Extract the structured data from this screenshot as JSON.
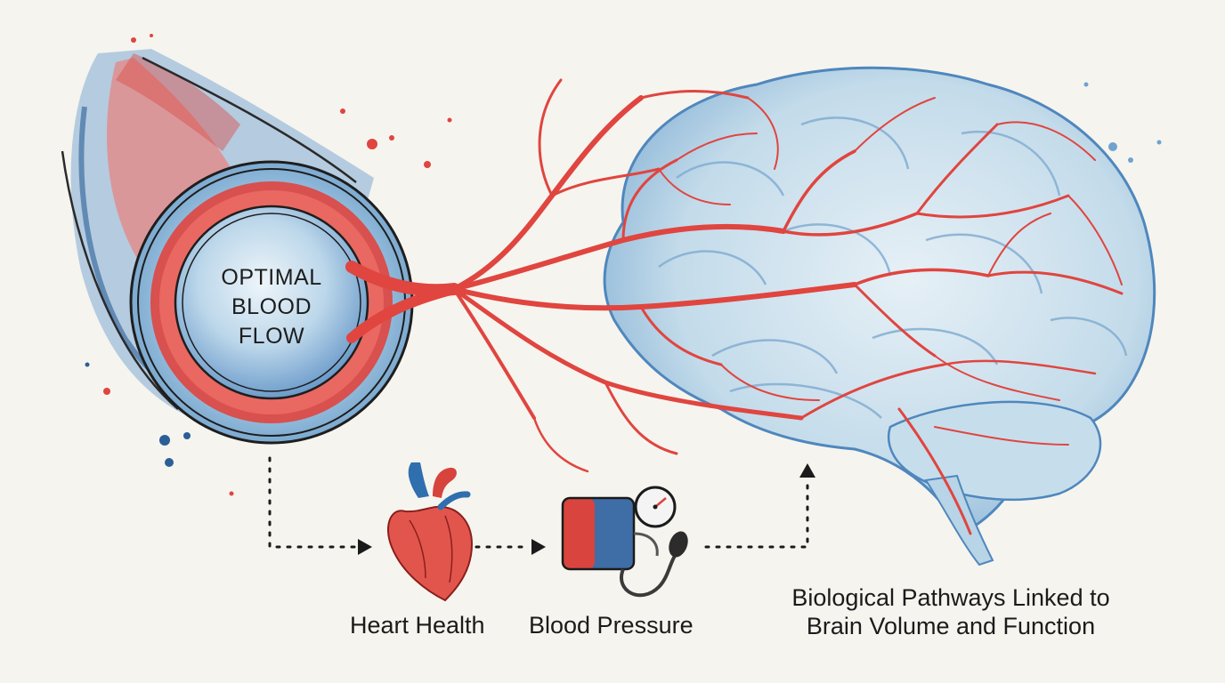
{
  "diagram": {
    "vessel": {
      "label_lines": [
        "OPTIMAL",
        "BLOOD",
        "FLOW"
      ]
    },
    "steps": [
      {
        "id": "heart",
        "label": "Heart Health",
        "icon": "heart-icon"
      },
      {
        "id": "bp",
        "label": "Blood Pressure",
        "icon": "blood-pressure-cuff-icon"
      }
    ],
    "outcome": {
      "lines": [
        "Biological Pathways Linked to",
        "Brain Volume and Function"
      ],
      "icon": "brain-icon"
    },
    "colors": {
      "background": "#f6f4ef",
      "artery_red": "#e0453f",
      "watercolor_red": "#ee8a86",
      "watercolor_blue": "#5b8fc4",
      "brain_blue": "#a9cde3",
      "ink": "#1b1b1b"
    }
  }
}
